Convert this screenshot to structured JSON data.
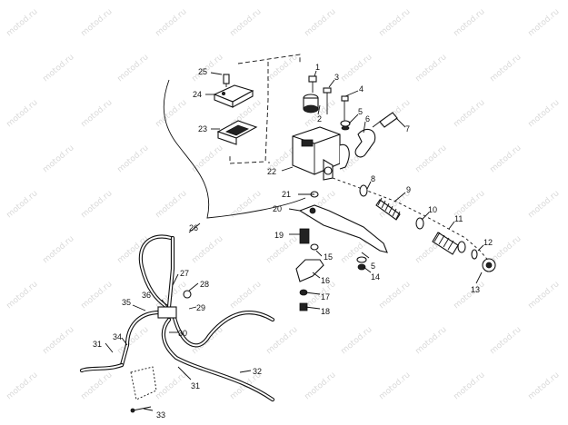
{
  "watermark": "motod.ru",
  "callouts": [
    {
      "id": "1",
      "label": "1"
    },
    {
      "id": "2",
      "label": "2"
    },
    {
      "id": "3",
      "label": "3"
    },
    {
      "id": "4",
      "label": "4"
    },
    {
      "id": "5a",
      "label": "5"
    },
    {
      "id": "5b",
      "label": "5"
    },
    {
      "id": "6",
      "label": "6"
    },
    {
      "id": "7",
      "label": "7"
    },
    {
      "id": "8",
      "label": "8"
    },
    {
      "id": "9",
      "label": "9"
    },
    {
      "id": "10",
      "label": "10"
    },
    {
      "id": "11",
      "label": "11"
    },
    {
      "id": "12",
      "label": "12"
    },
    {
      "id": "13",
      "label": "13"
    },
    {
      "id": "14",
      "label": "14"
    },
    {
      "id": "15",
      "label": "15"
    },
    {
      "id": "16",
      "label": "16"
    },
    {
      "id": "17",
      "label": "17"
    },
    {
      "id": "18",
      "label": "18"
    },
    {
      "id": "19",
      "label": "19"
    },
    {
      "id": "20",
      "label": "20"
    },
    {
      "id": "21",
      "label": "21"
    },
    {
      "id": "22",
      "label": "22"
    },
    {
      "id": "23",
      "label": "23"
    },
    {
      "id": "24",
      "label": "24"
    },
    {
      "id": "25",
      "label": "25"
    },
    {
      "id": "26",
      "label": "26"
    },
    {
      "id": "27",
      "label": "27"
    },
    {
      "id": "28",
      "label": "28"
    },
    {
      "id": "29",
      "label": "29"
    },
    {
      "id": "30",
      "label": "30"
    },
    {
      "id": "31a",
      "label": "31"
    },
    {
      "id": "31b",
      "label": "31"
    },
    {
      "id": "32",
      "label": "32"
    },
    {
      "id": "33",
      "label": "33"
    },
    {
      "id": "34",
      "label": "34"
    },
    {
      "id": "35",
      "label": "35"
    },
    {
      "id": "36",
      "label": "36"
    }
  ]
}
